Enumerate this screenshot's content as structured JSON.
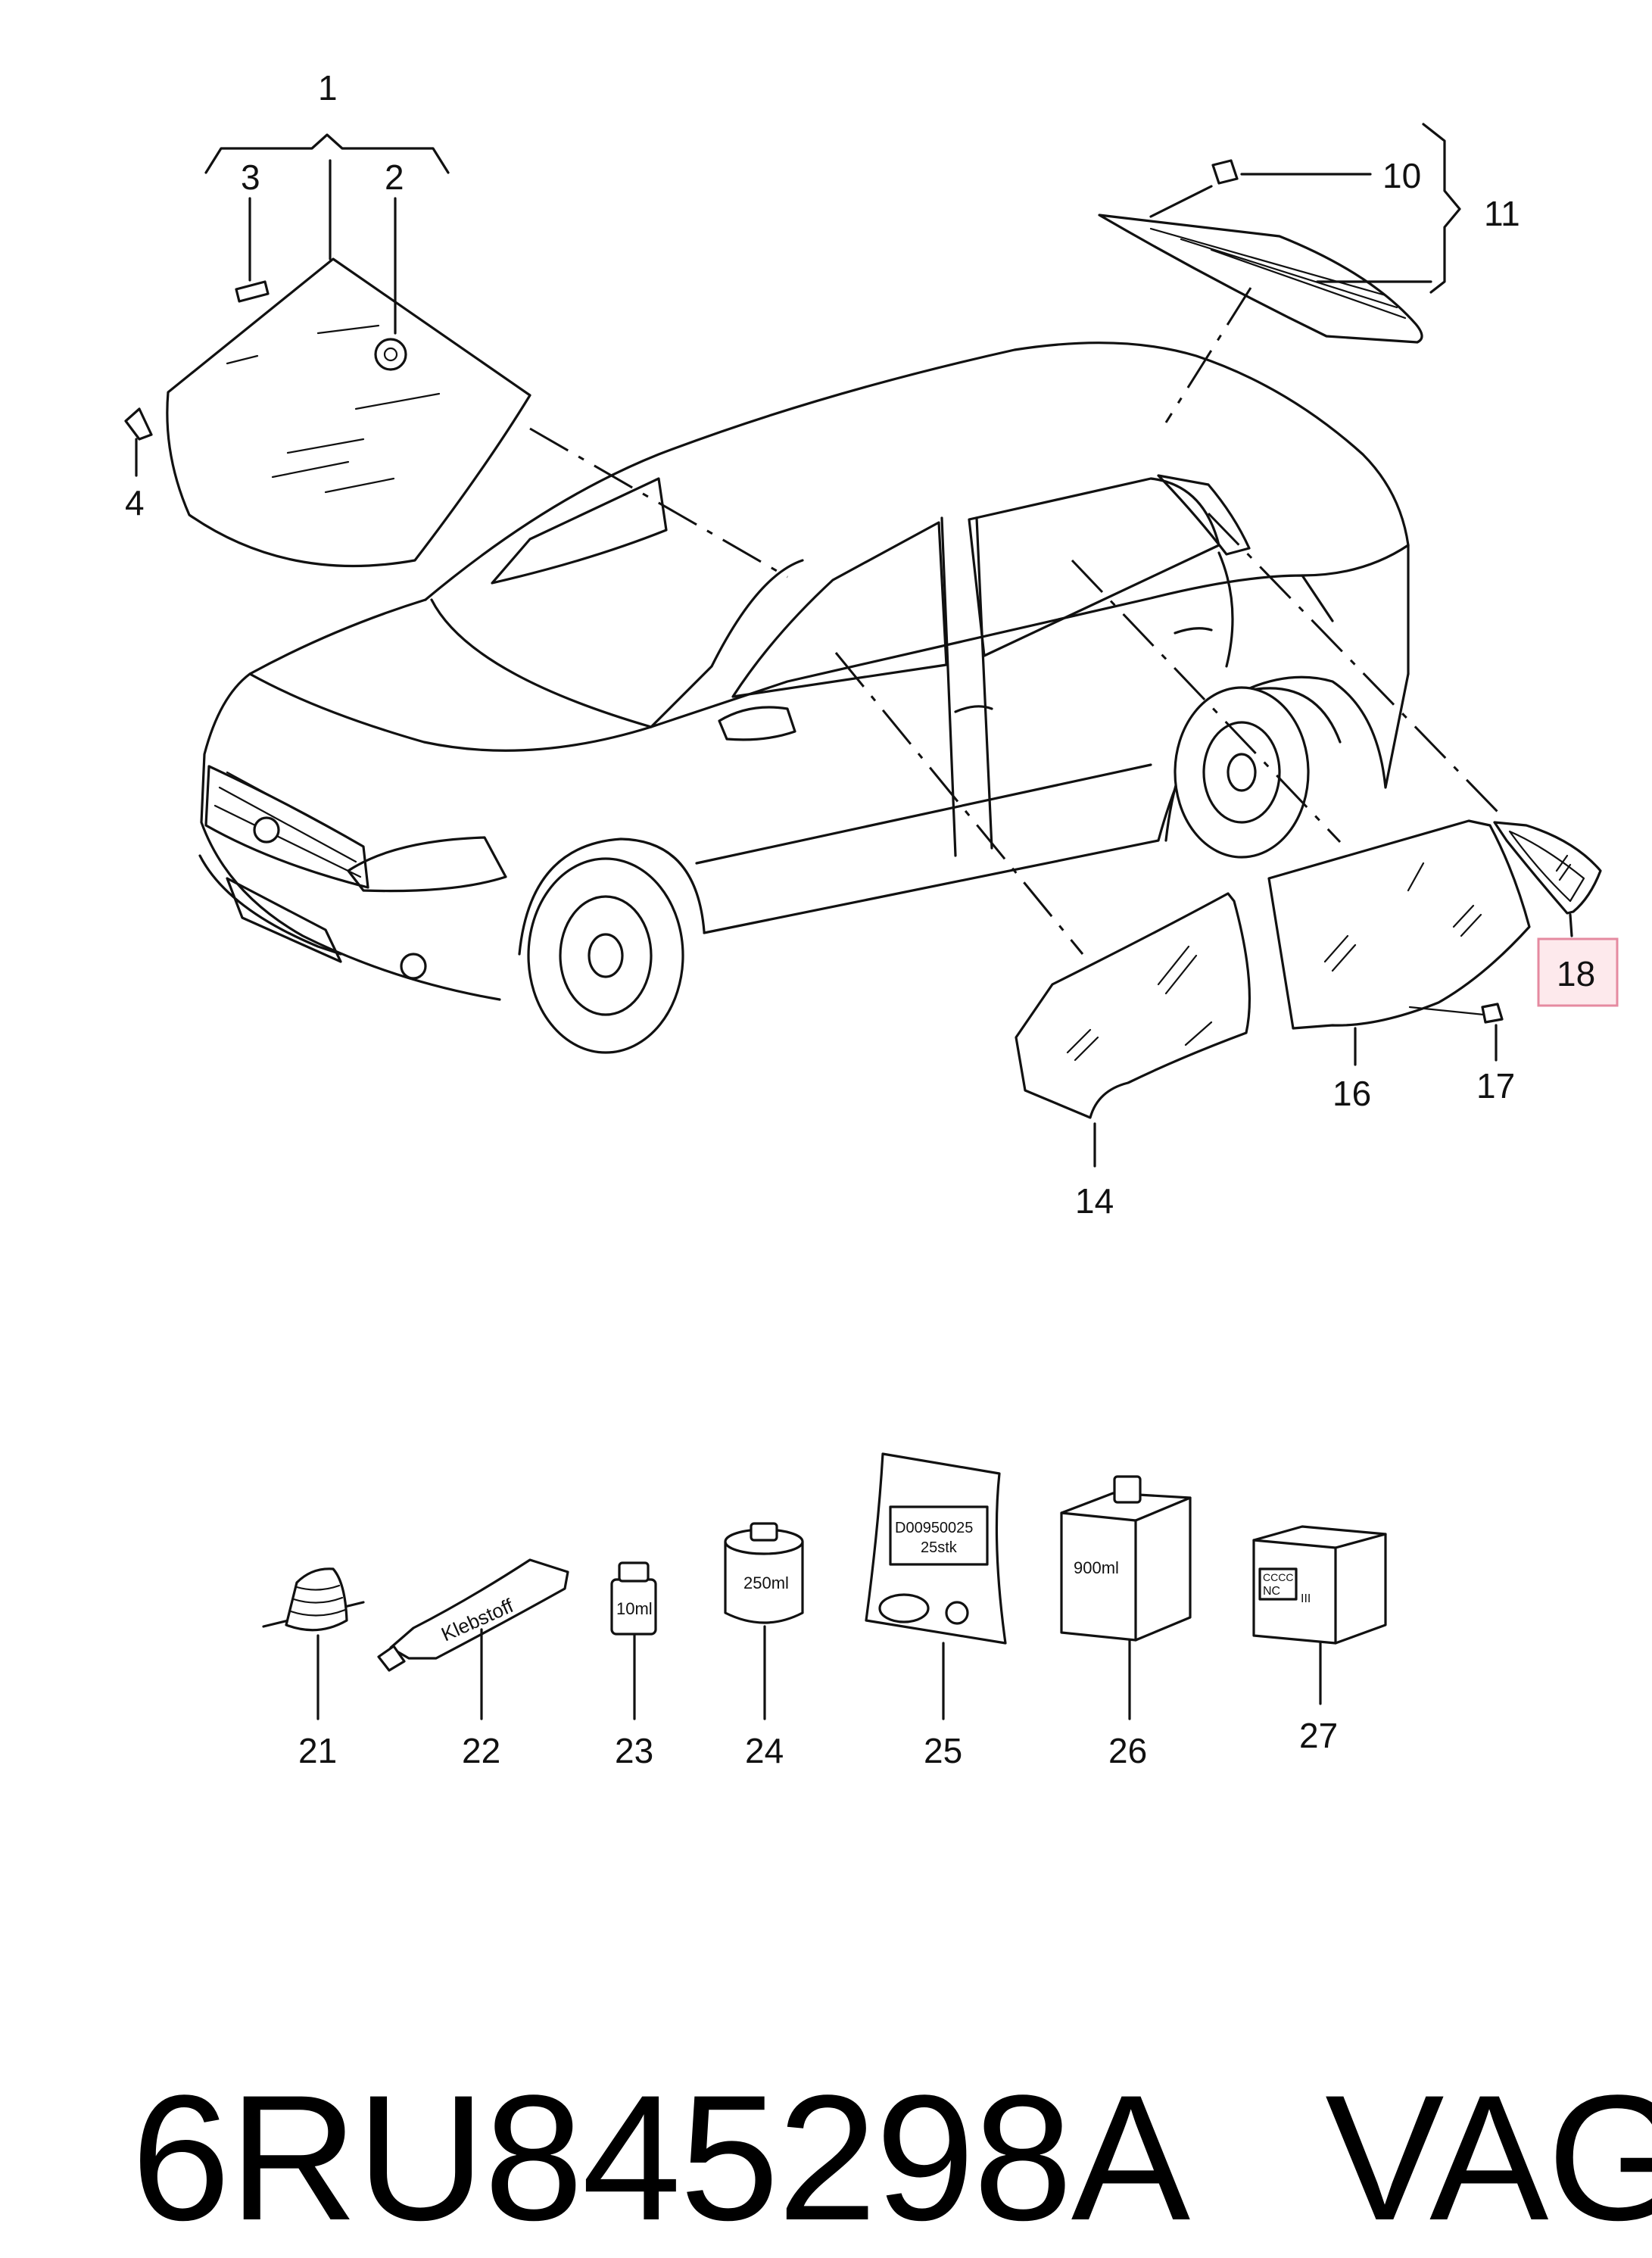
{
  "callouts": {
    "c1": "1",
    "c2": "2",
    "c3": "3",
    "c4": "4",
    "c10": "10",
    "c11": "11",
    "c14": "14",
    "c16": "16",
    "c17": "17",
    "c18": "18",
    "c21": "21",
    "c22": "22",
    "c23": "23",
    "c24": "24",
    "c25": "25",
    "c26": "26",
    "c27": "27"
  },
  "highlighted_callout": "18",
  "colors": {
    "highlight_fill": "#fde9ec",
    "highlight_border": "#e58aa0",
    "ink": "#111111"
  },
  "product_labels": {
    "tube": "Klebstoff",
    "small_bottle": "10ml",
    "can": "250ml",
    "bag_code": "D00950025",
    "bag_qty": "25stk",
    "canister": "900ml",
    "box_line1": "CCCC",
    "box_line2": "NC",
    "box_line3": "III"
  },
  "banner": {
    "part_number": "6RU845298A",
    "brand": "VAG"
  }
}
